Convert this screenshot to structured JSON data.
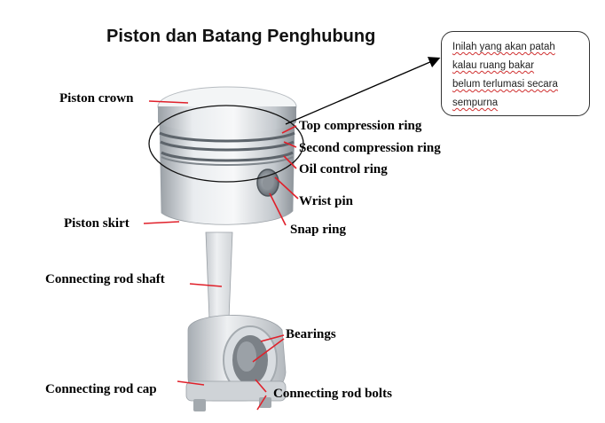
{
  "title": "Piston dan Batang Penghubung",
  "callout": {
    "lines": [
      "Inilah yang akan patah",
      "kalau ruang bakar",
      "belum terlumasi secara",
      "sempurna"
    ]
  },
  "labels": {
    "piston_crown": "Piston crown",
    "top_compression_ring": "Top compression ring",
    "second_compression_ring": "Second compression ring",
    "oil_control_ring": "Oil control ring",
    "wrist_pin": "Wrist pin",
    "snap_ring": "Snap ring",
    "piston_skirt": "Piston skirt",
    "connecting_rod_shaft": "Connecting rod shaft",
    "bearings": "Bearings",
    "connecting_rod_cap": "Connecting rod cap",
    "connecting_rod_bolts": "Connecting rod bolts"
  },
  "colors": {
    "leader_line": "#e0202a",
    "metal_light": "#eef0f2",
    "metal_mid": "#c6cbd0",
    "metal_dark": "#8a9096",
    "outline": "#222222"
  }
}
